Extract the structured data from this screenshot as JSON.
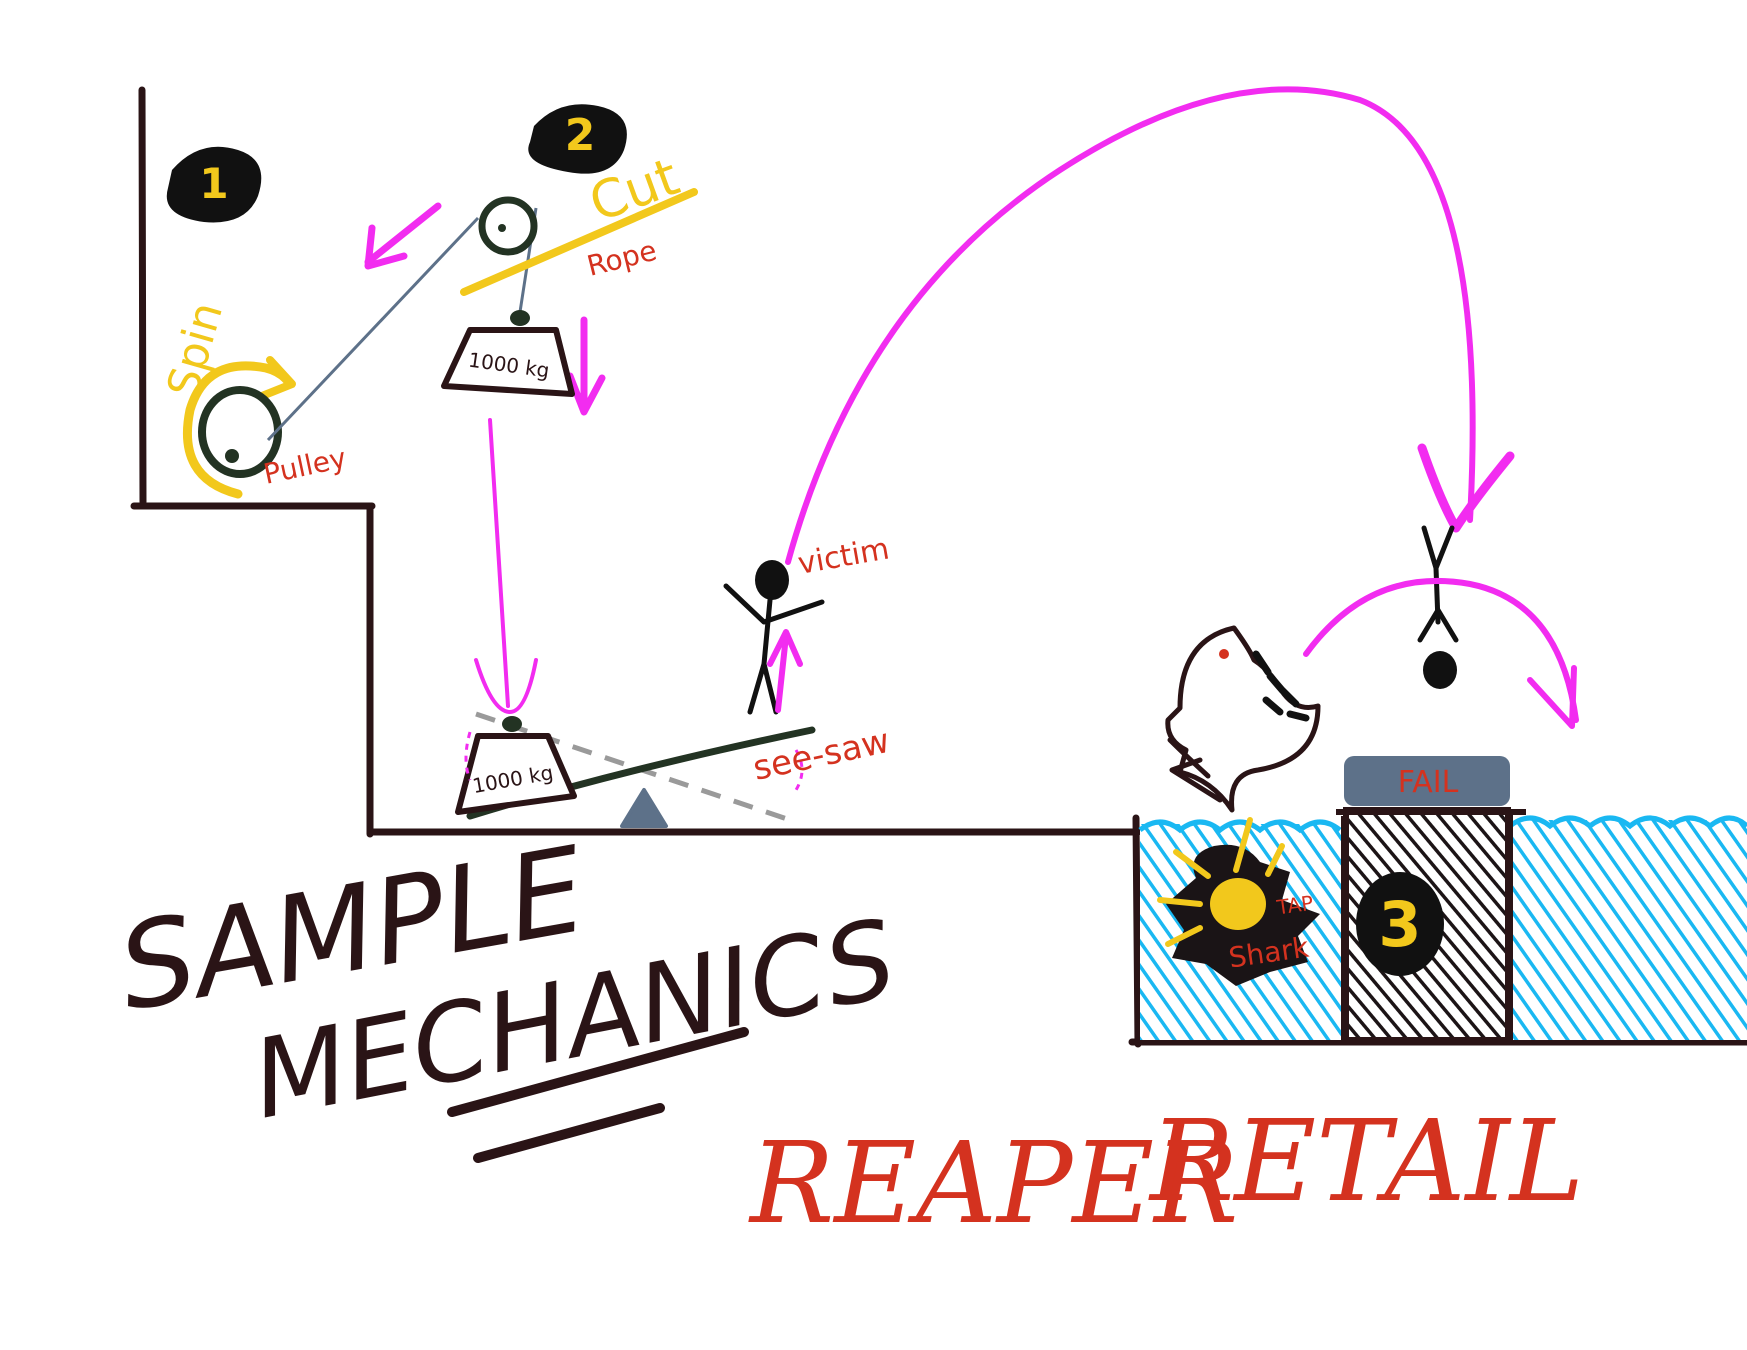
{
  "labels": {
    "step1": "1",
    "step2": "2",
    "step3": "3",
    "spin": "Spin",
    "pulley": "Pulley",
    "cut": "Cut",
    "rope": "Rope",
    "weight_top": "1000 kg",
    "weight_bottom": "1000 kg",
    "victim": "victim",
    "seesaw": "see-saw",
    "tap": "TAP",
    "shark": "Shark",
    "fail": "FAIL",
    "title_line1": "SAMPLE",
    "title_line2": "MECHANICS",
    "brand_word1": "REAPER",
    "brand_word2": "RETAIL"
  },
  "colors": {
    "ink": "#2a1416",
    "red": "#d4321f",
    "magenta": "#f22cf0",
    "yellow": "#f2c81c",
    "slate": "#5d7189",
    "water": "#1ab8f2",
    "gray": "#9a9a9a",
    "green_dark": "#233323"
  }
}
